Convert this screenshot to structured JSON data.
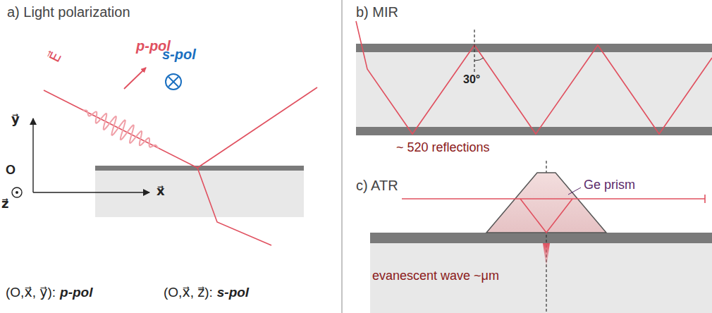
{
  "diagram": {
    "labels": [
      "a) Light polarization",
      "E⃗",
      "p-pol",
      "s-pol",
      "y⃗",
      "O",
      "z⃗",
      "x⃗",
      "(O,x⃗, y⃗):",
      "p-pol",
      "(O,x⃗, z⃗):",
      "s-pol",
      "b) MIR",
      "30°",
      "~ 520 reflections",
      "c) ATR",
      "Ge prism",
      "evanescent wave ~μm"
    ]
  }
}
